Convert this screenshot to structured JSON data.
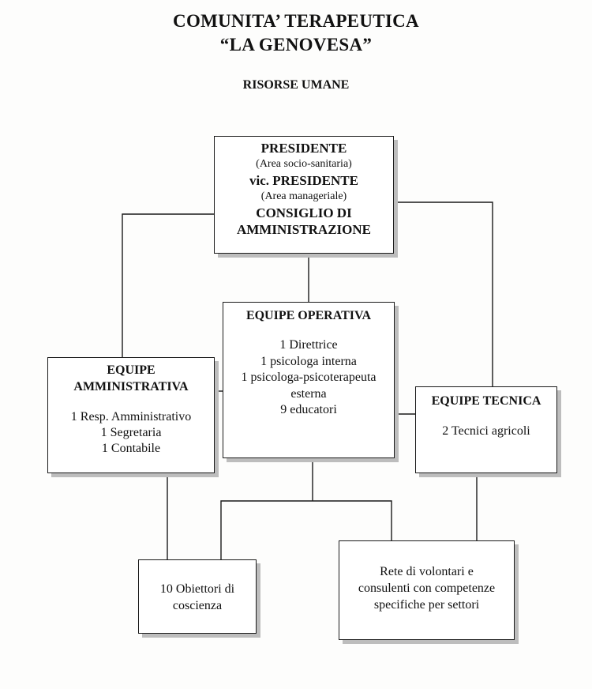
{
  "header": {
    "title_line1": "COMUNITA’ TERAPEUTICA",
    "title_line2": "“LA GENOVESA”",
    "subtitle": "RISORSE UMANE"
  },
  "nodes": {
    "presidente": {
      "title": "PRESIDENTE",
      "title_note": "(Area socio-sanitaria)",
      "vice": "vic. PRESIDENTE",
      "vice_note": "(Area manageriale)",
      "council_line1": "CONSIGLIO DI",
      "council_line2": "AMMINISTRAZIONE"
    },
    "equipe_operativa": {
      "title": "EQUIPE OPERATIVA",
      "members": [
        "1 Direttrice",
        "1 psicologa interna",
        "1 psicologa-psicoterapeuta",
        "esterna",
        "9 educatori"
      ]
    },
    "equipe_amministrativa": {
      "title_line1": "EQUIPE",
      "title_line2": "AMMINISTRATIVA",
      "members": [
        "1 Resp. Amministrativo",
        "1 Segretaria",
        "1 Contabile"
      ]
    },
    "equipe_tecnica": {
      "title": "EQUIPE TECNICA",
      "members": [
        "2 Tecnici agricoli"
      ]
    },
    "obiettori": {
      "lines": [
        "10 Obiettori di",
        "coscienza"
      ]
    },
    "volontari": {
      "lines": [
        "Rete di volontari e",
        "consulenti con competenze",
        "specifiche per settori"
      ]
    }
  }
}
